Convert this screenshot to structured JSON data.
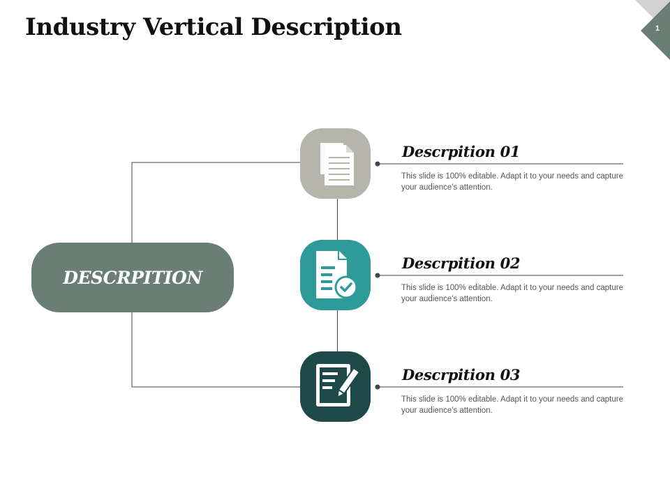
{
  "slide": {
    "title": "Industry Vertical Description",
    "page_number": "1"
  },
  "center": {
    "label": "DESCRPITION"
  },
  "items": [
    {
      "heading": "Descrpition 01",
      "body": "This slide is 100% editable. Adapt it to your needs and capture your audience's attention.",
      "icon": "documents-icon"
    },
    {
      "heading": "Descrpition 02",
      "body": "This slide is 100% editable. Adapt it to your needs and capture your audience's attention.",
      "icon": "document-check-icon"
    },
    {
      "heading": "Descrpition 03",
      "body": "This slide is 100% editable. Adapt it to your needs and capture your audience's attention.",
      "icon": "edit-document-icon"
    }
  ],
  "colors": {
    "center_fill": "#6B7E75",
    "item1_fill": "#B5B5AC",
    "item2_fill": "#2E9A9A",
    "item3_fill": "#1D4A48",
    "badge_dark": "#6B7E75",
    "badge_light": "#D3D3D3",
    "connector": "#444444"
  }
}
